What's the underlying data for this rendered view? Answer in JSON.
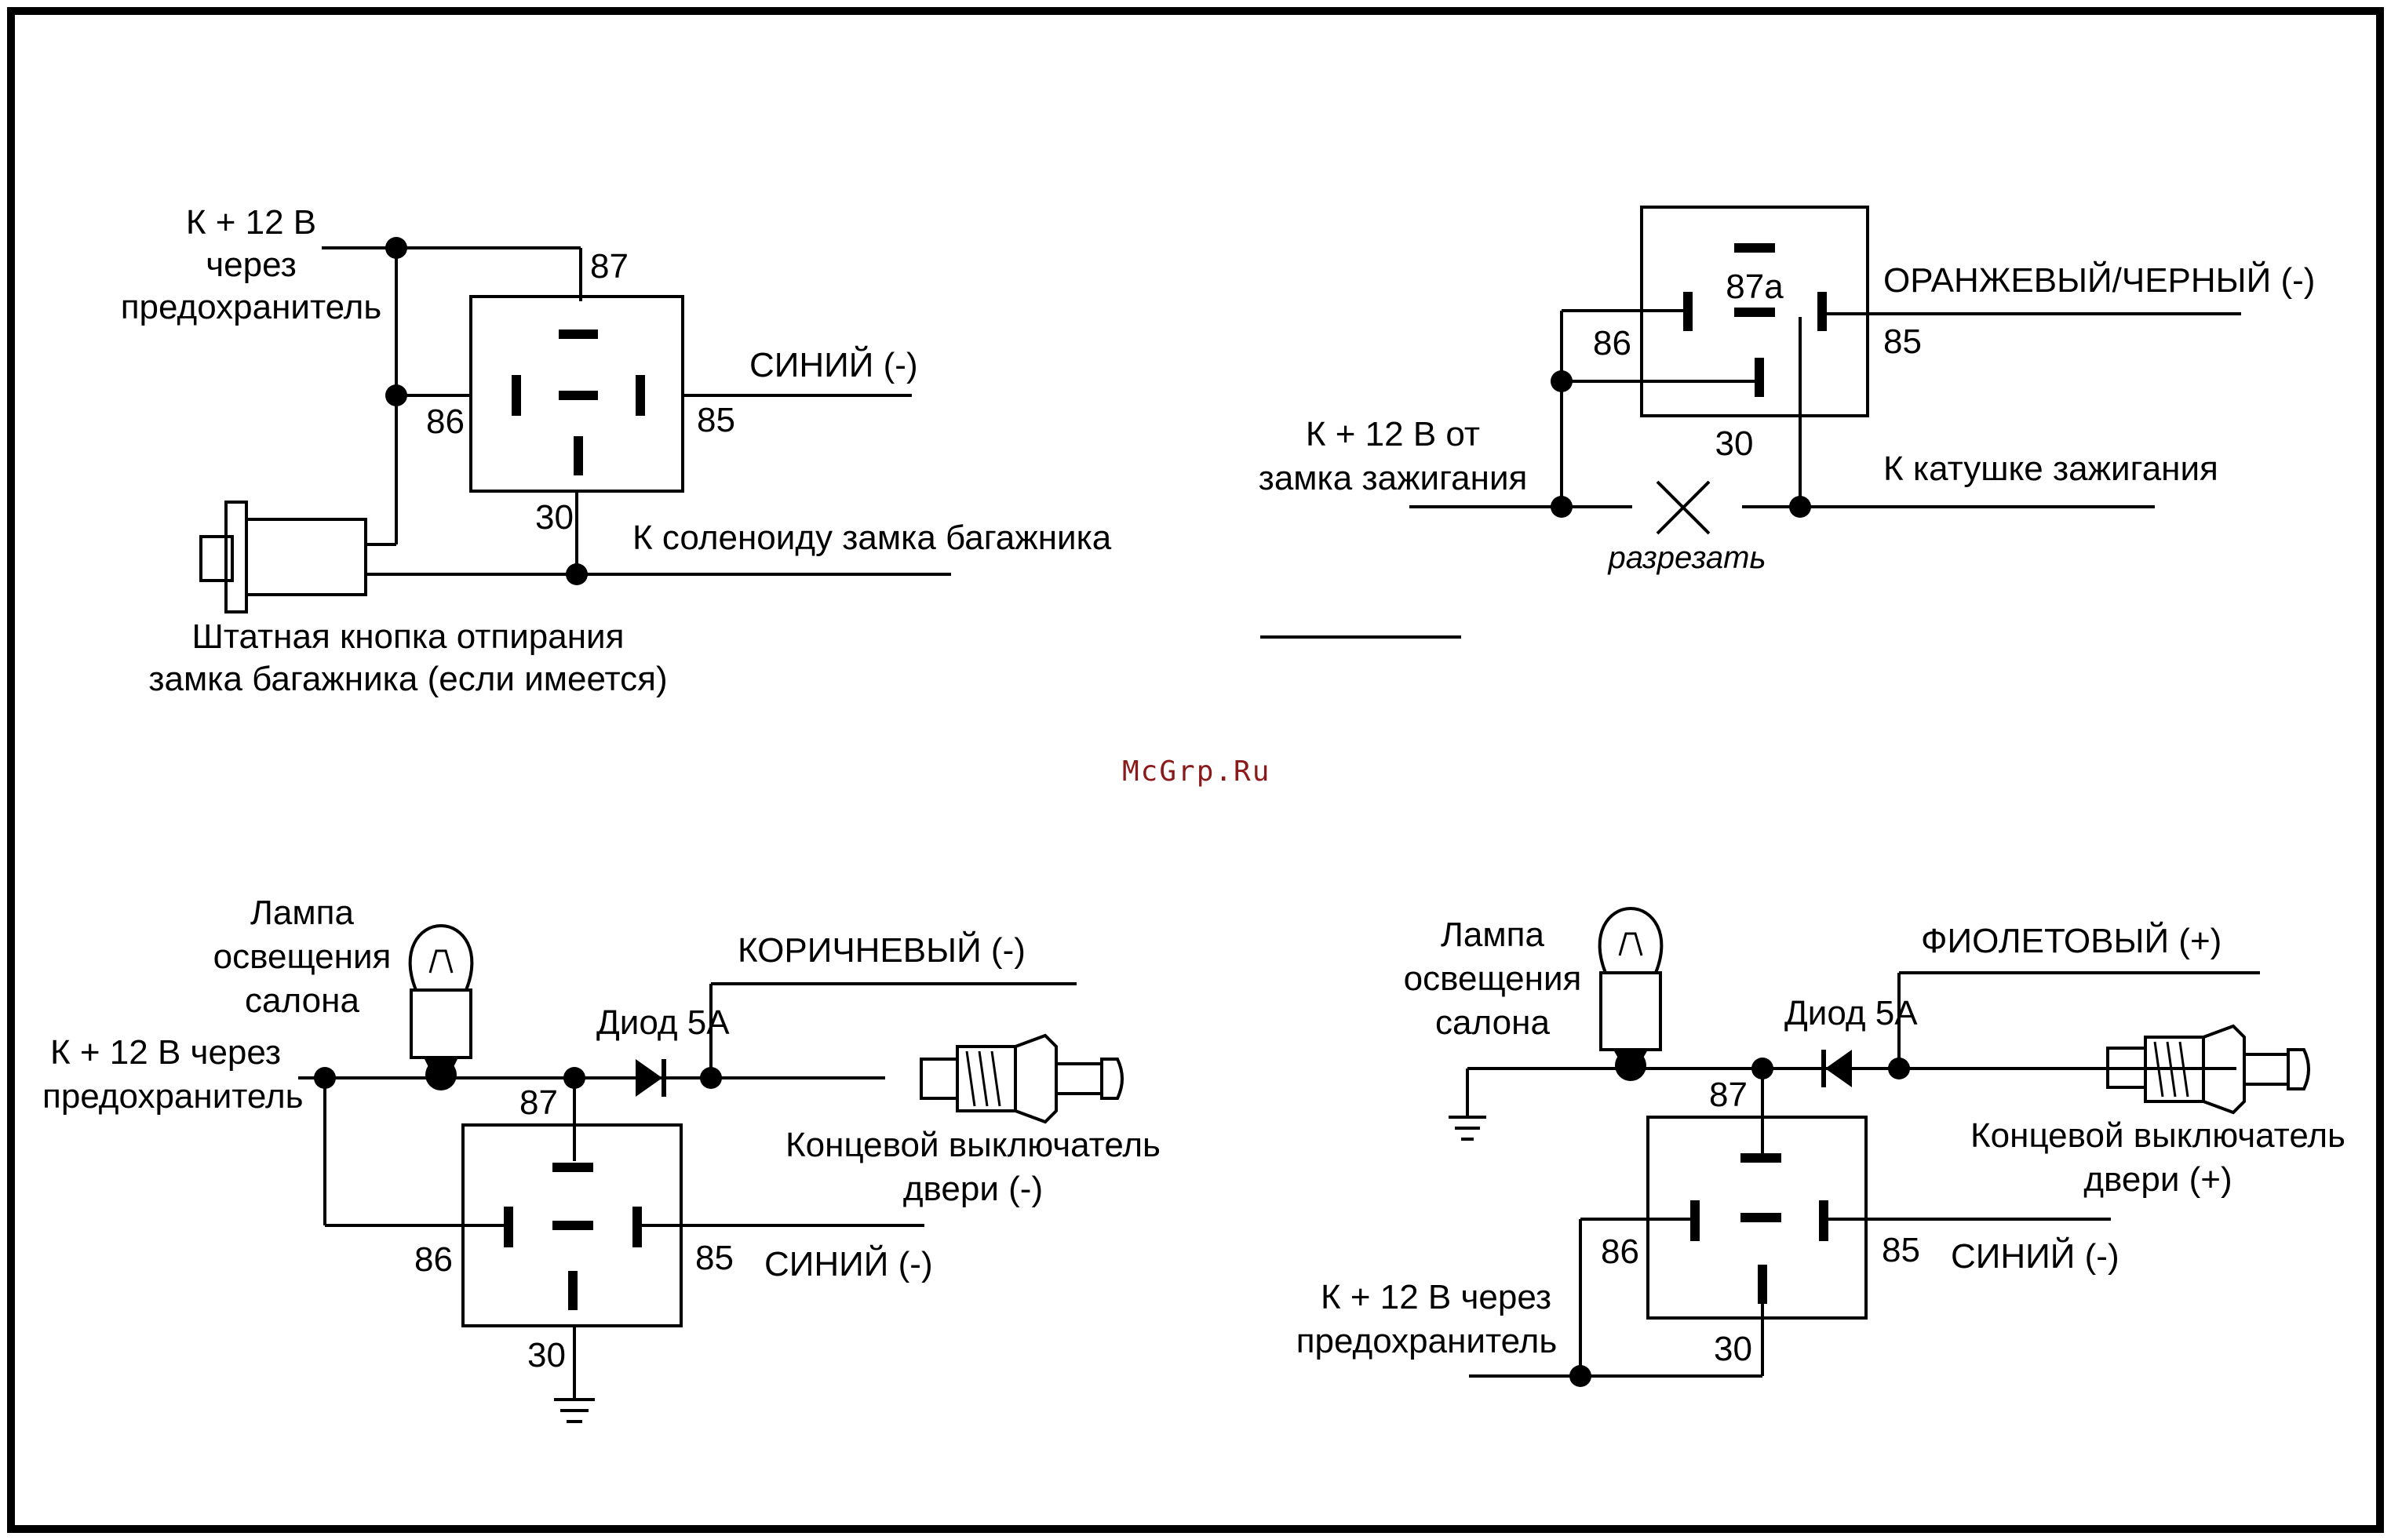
{
  "watermark": "McGrp.Ru",
  "diagram1": {
    "supply_line1": "К + 12 В",
    "supply_line2": "через",
    "supply_line3": "предохранитель",
    "pin87": "87",
    "pin86": "86",
    "pin85": "85",
    "pin30": "30",
    "wire_85": "СИНИЙ (-)",
    "output": "К соленоиду замка багажника",
    "button_line1": "Штатная кнопка отпирания",
    "button_line2": "замка багажника (если имеется)"
  },
  "diagram2": {
    "pin87a": "87a",
    "pin86": "86",
    "pin85": "85",
    "pin30": "30",
    "wire_85": "ОРАНЖЕВЫЙ/ЧЕРНЫЙ (-)",
    "source_line1": "К + 12 В от",
    "source_line2": "замка зажигания",
    "output": "К катушке зажигания",
    "cut": "разрезать"
  },
  "diagram3": {
    "lamp_line1": "Лампа",
    "lamp_line2": "освещения",
    "lamp_line3": "салона",
    "supply_line1": "К + 12 В через",
    "supply_line2": "предохранитель",
    "diode": "Диод 5А",
    "wire_top": "КОРИЧНЕВЫЙ (-)",
    "switch_line1": "Концевой выключатель",
    "switch_line2": "двери (-)",
    "pin87": "87",
    "pin86": "86",
    "pin85": "85",
    "pin30": "30",
    "wire_85": "СИНИЙ (-)"
  },
  "diagram4": {
    "lamp_line1": "Лампа",
    "lamp_line2": "освещения",
    "lamp_line3": "салона",
    "diode": "Диод 5А",
    "wire_top": "ФИОЛЕТОВЫЙ (+)",
    "switch_line1": "Концевой выключатель",
    "switch_line2": "двери (+)",
    "pin87": "87",
    "pin86": "86",
    "pin85": "85",
    "pin30": "30",
    "wire_85": "СИНИЙ (-)",
    "supply_line1": "К + 12 В через",
    "supply_line2": "предохранитель"
  }
}
